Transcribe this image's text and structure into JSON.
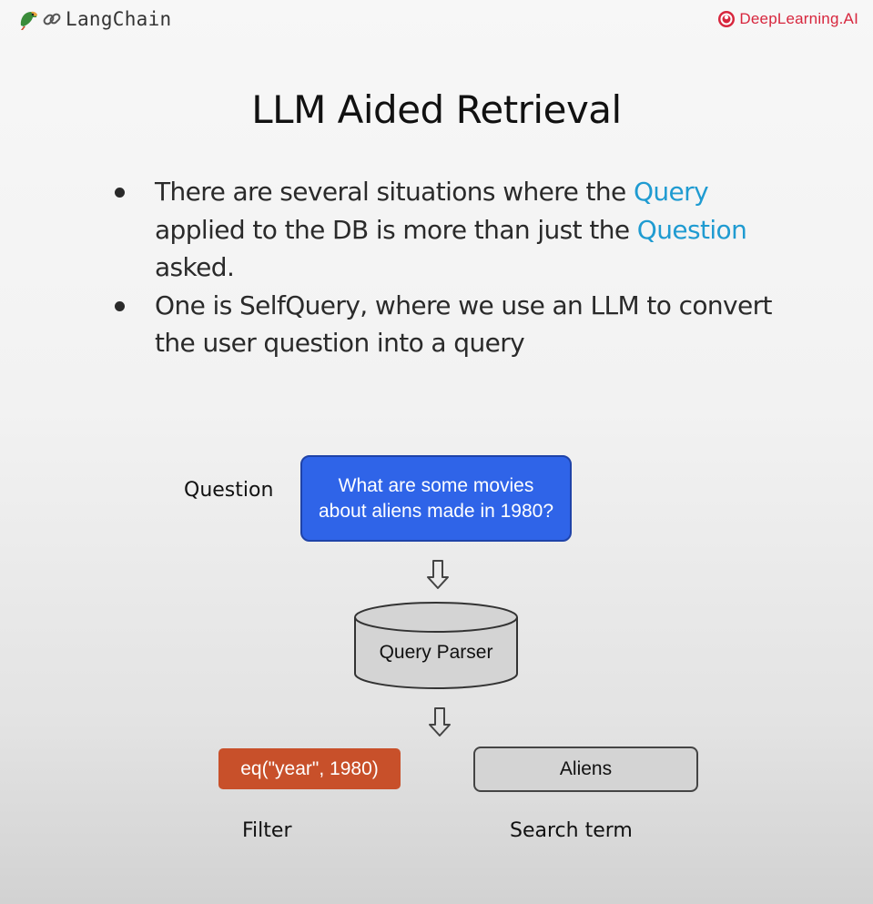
{
  "header": {
    "left_logo_text": "LangChain",
    "right_logo_text": "DeepLearning.AI"
  },
  "title": "LLM Aided Retrieval",
  "bullets": [
    {
      "parts": [
        "There are several situations where the ",
        "Query",
        " applied to the DB is more than just the ",
        "Question",
        " asked."
      ]
    },
    {
      "text": "One is SelfQuery, where we use an LLM to convert the user question into a query"
    }
  ],
  "diagram": {
    "question_label": "Question",
    "question_text": "What are some movies about aliens made in 1980?",
    "parser_label": "Query Parser",
    "filter_value": "eq(\"year\", 1980)",
    "filter_label": "Filter",
    "search_value": "Aliens",
    "search_label": "Search term"
  },
  "colors": {
    "highlight": "#1f9bd1",
    "question_box": "#2f64e8",
    "filter_box": "#c8502a",
    "brand_red": "#d7263d"
  }
}
